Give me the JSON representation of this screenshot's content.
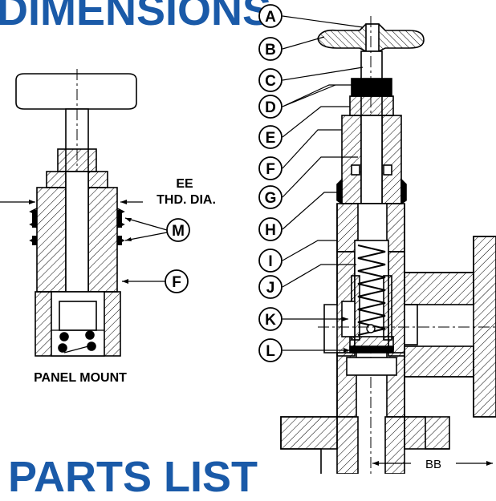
{
  "headings": {
    "top": "DIMENSIONS",
    "bottom": "PARTS LIST"
  },
  "panel_mount": {
    "caption": "PANEL MOUNT",
    "thread_label_line1": "EE",
    "thread_label_line2": "THD. DIA.",
    "callouts": [
      "M",
      "F"
    ]
  },
  "valve_section": {
    "callouts": [
      "A",
      "B",
      "C",
      "D",
      "E",
      "F",
      "G",
      "H",
      "I",
      "J",
      "K",
      "L"
    ],
    "dimension_label": "BB"
  },
  "colors": {
    "heading": "#1a5aa8",
    "line": "#000000"
  }
}
